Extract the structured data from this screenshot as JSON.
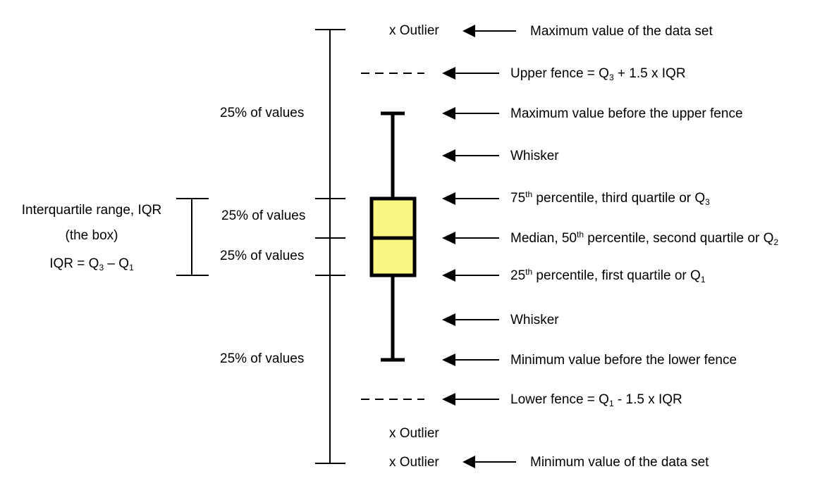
{
  "outlier_mark": "x Outlier",
  "arrows": {
    "max_data": "Maximum value of the data set",
    "upper_fence_prefix": "Upper fence = Q",
    "upper_fence_sub": "3",
    "upper_fence_suffix": " + 1.5 x IQR",
    "max_before_upper": "Maximum value before the upper fence",
    "whisker_upper": "Whisker",
    "p75_num": "75",
    "p75_sup": "th",
    "p75_text": " percentile, third quartile or Q",
    "p75_sub": "3",
    "median_prefix": "Median, 50",
    "median_sup": "th",
    "median_text": " percentile, second quartile or Q",
    "median_sub": "2",
    "p25_num": "25",
    "p25_sup": "th",
    "p25_text": " percentile, first quartile or Q",
    "p25_sub": "1",
    "whisker_lower": "Whisker",
    "min_before_lower": "Minimum value before the lower fence",
    "lower_fence_prefix": "Lower fence = Q",
    "lower_fence_sub": "1",
    "lower_fence_suffix": " - 1.5 x IQR",
    "min_data": "Minimum value of the data set"
  },
  "quarters": {
    "top": "25% of values",
    "upper_mid": "25% of values",
    "lower_mid": "25% of values",
    "bottom": "25% of values"
  },
  "iqr": {
    "title": "Interquartile range, IQR",
    "subtitle": "(the box)",
    "formula_prefix": "IQR = Q",
    "formula_sub1": "3",
    "formula_mid": " – Q",
    "formula_sub2": "1"
  },
  "colors": {
    "box_fill": "#fbf785",
    "line": "#000000"
  }
}
